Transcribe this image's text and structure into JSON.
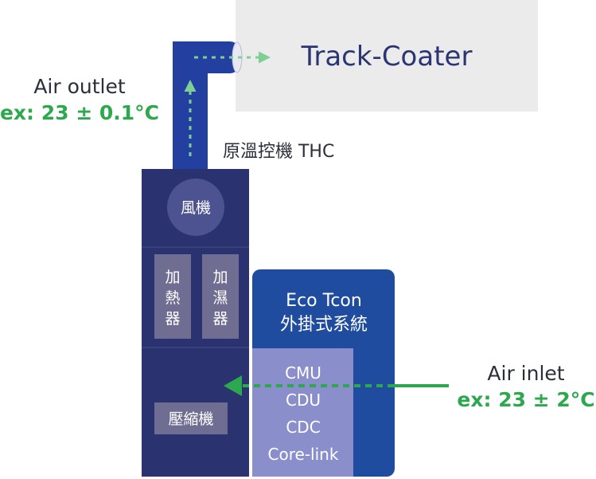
{
  "track_coater": {
    "label": "Track-Coater"
  },
  "air_outlet": {
    "title": "Air outlet",
    "spec": "ex: 23 ± 0.1°C"
  },
  "thc_unit": {
    "label": "原溫控機 THC",
    "fan_label": "風機",
    "heater_chars": [
      "加",
      "熱",
      "器"
    ],
    "humidifier_chars": [
      "加",
      "濕",
      "器"
    ],
    "compressor_label": "壓縮機"
  },
  "eco_tcon": {
    "title_line1": "Eco Tcon",
    "title_line2": "外掛式系統",
    "modules": [
      "CMU",
      "CDU",
      "CDC",
      "Core-link"
    ]
  },
  "air_inlet": {
    "title": "Air inlet",
    "spec": "ex: 23 ± 2°C"
  },
  "colors": {
    "thc_body": "#2b3270",
    "eco_blue": "#1f4c9e",
    "duct_blue": "#2340a0",
    "module_panel": "#8a8fcb",
    "component_box": "#6f6e92",
    "fan_circle": "#4d5290",
    "track_bg": "#ebebeb",
    "arrow_green": "#2ea84f",
    "arrow_light_green": "#7fcf94"
  }
}
